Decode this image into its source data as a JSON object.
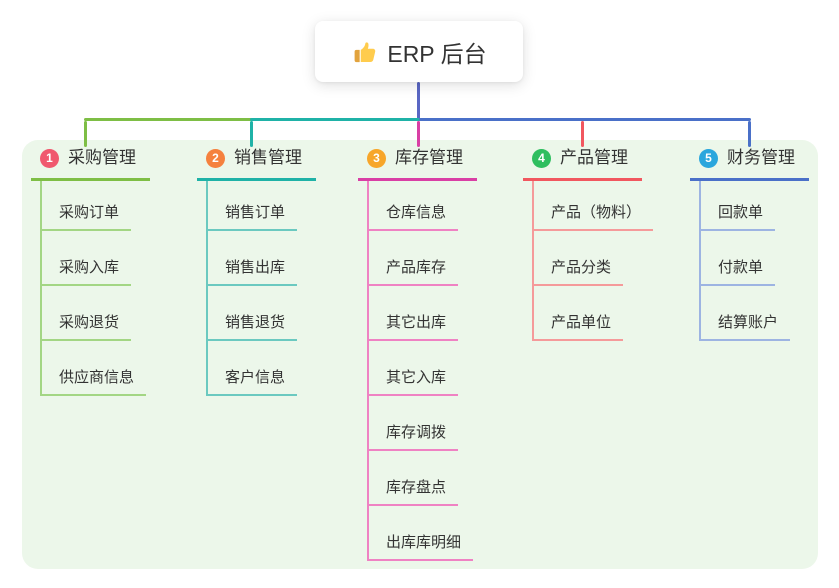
{
  "root": {
    "label": "ERP 后台",
    "icon": "thumbs-up-icon"
  },
  "connectors": {
    "root_line_color": "#5A67C4"
  },
  "canvas": {
    "background": "#FFFFFF",
    "panel_background": "#ECF7EA",
    "text_color": "#333333"
  },
  "branches": [
    {
      "index": "1",
      "label": "采购管理",
      "badge_color": "#F0586E",
      "line_color": "#7EBE45",
      "child_line_color": "#A3D684",
      "children": [
        "采购订单",
        "采购入库",
        "采购退货",
        "供应商信息"
      ]
    },
    {
      "index": "2",
      "label": "销售管理",
      "badge_color": "#F5813E",
      "line_color": "#1FB2A7",
      "child_line_color": "#6BC9C0",
      "children": [
        "销售订单",
        "销售出库",
        "销售退货",
        "客户信息"
      ]
    },
    {
      "index": "3",
      "label": "库存管理",
      "badge_color": "#F7A62A",
      "line_color": "#D93FA5",
      "child_line_color": "#EF82C3",
      "children": [
        "仓库信息",
        "产品库存",
        "其它出库",
        "其它入库",
        "库存调拨",
        "库存盘点",
        "出库库明细"
      ]
    },
    {
      "index": "4",
      "label": "产品管理",
      "badge_color": "#2EBE5F",
      "line_color": "#F1575F",
      "child_line_color": "#F59A9A",
      "children": [
        "产品（物料）",
        "产品分类",
        "产品单位"
      ]
    },
    {
      "index": "5",
      "label": "财务管理",
      "badge_color": "#2AA6DD",
      "line_color": "#4A70C8",
      "child_line_color": "#9DB4E2",
      "children": [
        "回款单",
        "付款单",
        "结算账户"
      ]
    }
  ]
}
